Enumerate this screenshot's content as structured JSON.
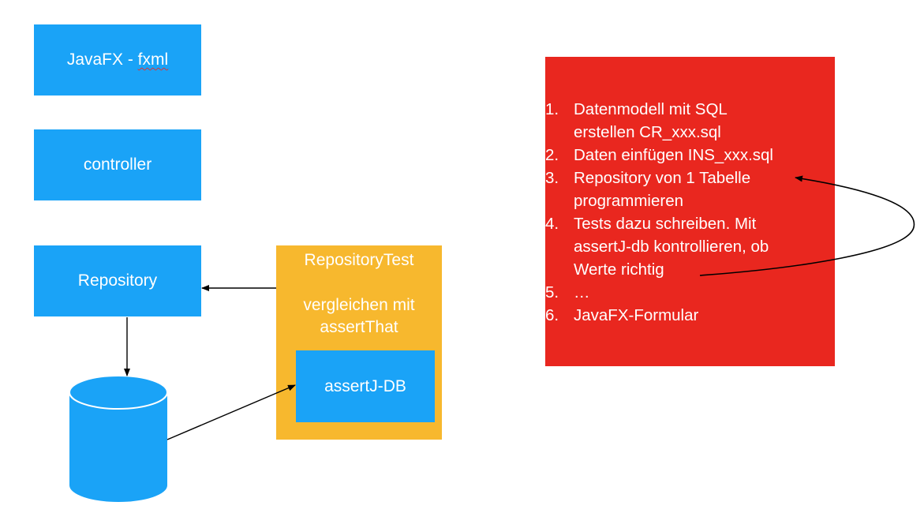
{
  "boxes": {
    "javafx": {
      "prefix": "JavaFX - ",
      "fxml": "fxml"
    },
    "controller": "controller",
    "repository": "Repository",
    "repository_test": {
      "title": "RepositoryTest",
      "description": "vergleichen mit\nassertThat"
    },
    "assertj_db": "assertJ-DB"
  },
  "steps": [
    {
      "num": "1.",
      "text": "Datenmodell mit SQL\nerstellen CR_xxx.sql"
    },
    {
      "num": "2.",
      "text": "Daten einfügen INS_xxx.sql"
    },
    {
      "num": "3.",
      "text": "Repository von 1 Tabelle\nprogrammieren"
    },
    {
      "num": "4.",
      "text": "Tests dazu schreiben. Mit\nassertJ-db kontrollieren, ob\nWerte richtig"
    },
    {
      "num": "5.",
      "text": "…"
    },
    {
      "num": "6.",
      "text": "JavaFX-Formular"
    }
  ],
  "colors": {
    "blue": "#1aa3f7",
    "orange": "#f7b82e",
    "red": "#e9271f",
    "text": "#ffffff",
    "arrow": "#000000"
  },
  "icons": {
    "database": "database-cylinder-icon"
  }
}
